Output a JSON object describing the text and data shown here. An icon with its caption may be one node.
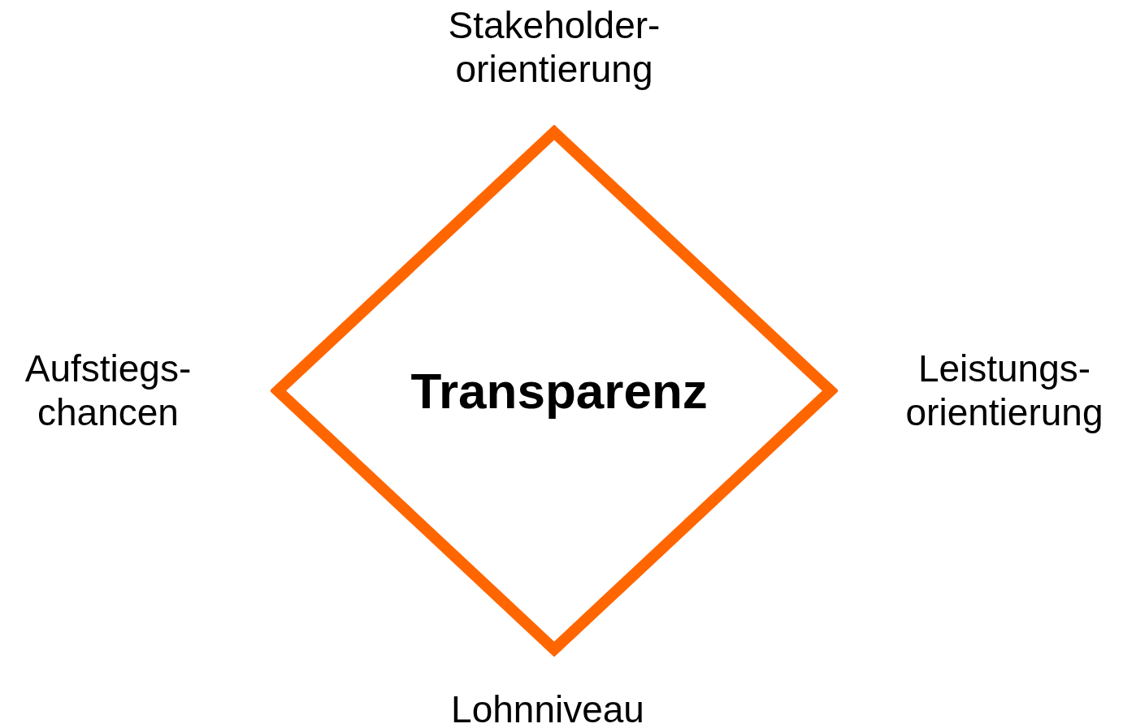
{
  "diagram": {
    "nodes": [
      {
        "text": [
          "Transparenz"
        ]
      }
    ],
    "labels": [
      "Stakeholder- orientierung",
      "Aufstiegs- chancen",
      "Leistungs- orientierung",
      "Lohnniveau"
    ]
  }
}
